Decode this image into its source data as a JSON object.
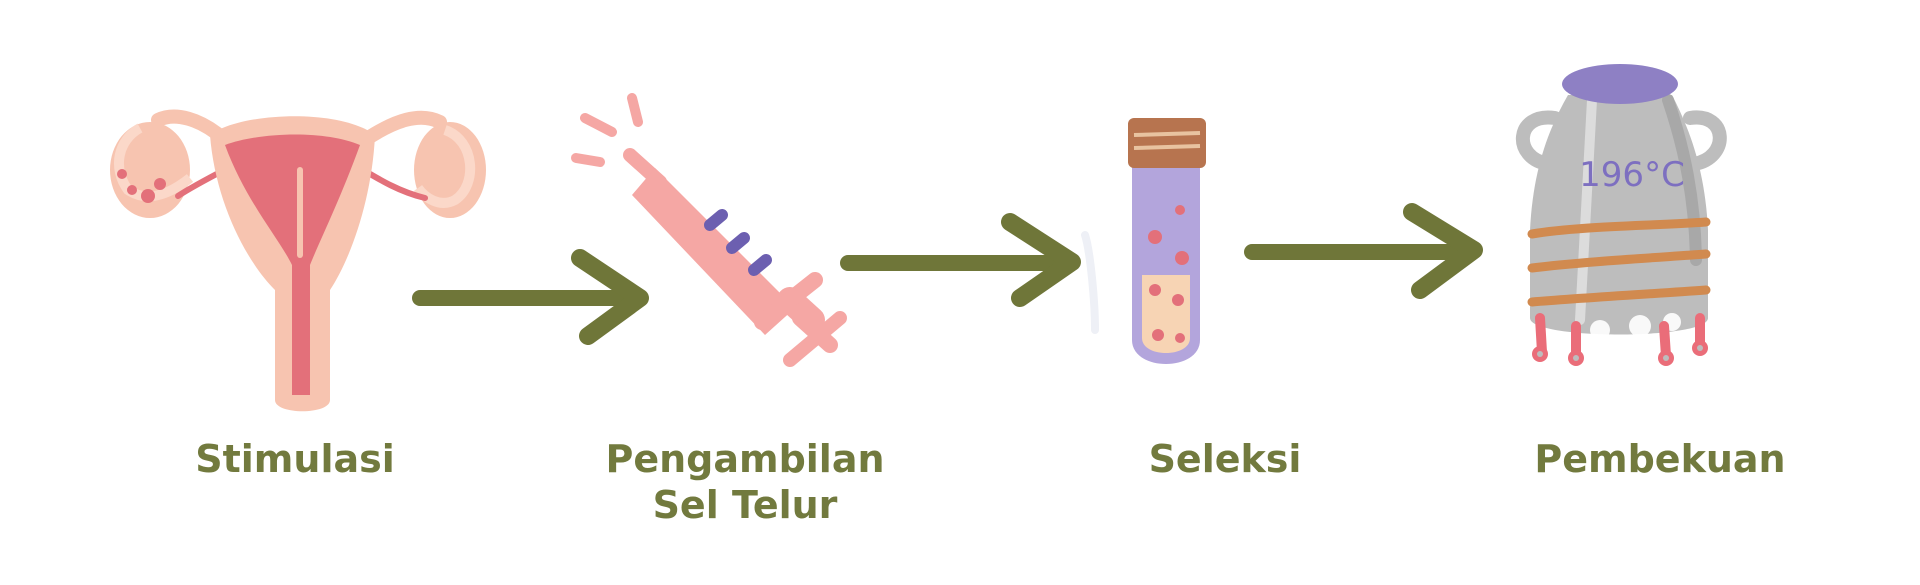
{
  "colors": {
    "label": "#727a3e",
    "arrow": "#6f7639",
    "uterus_skin": "#f7c4b0",
    "uterus_inner": "#e3707a",
    "syringe": "#f5a7a4",
    "syringe_marks": "#6c5fb0",
    "tube_liquid": "#b3a5dc",
    "tube_cork": "#b7744f",
    "tank_body": "#bdbdbd",
    "tank_lid": "#8e80c4",
    "tank_stripe": "#d18a4f",
    "tank_wheel": "#ea6d79"
  },
  "steps": [
    {
      "label_lines": [
        "Stimulasi"
      ],
      "icon": "uterus-icon"
    },
    {
      "label_lines": [
        "Pengambilan",
        "Sel Telur"
      ],
      "icon": "syringe-icon"
    },
    {
      "label_lines": [
        "Seleksi"
      ],
      "icon": "test-tube-icon"
    },
    {
      "label_lines": [
        "Pembekuan"
      ],
      "icon": "cryo-tank-icon"
    }
  ],
  "tank_text": "196°C"
}
